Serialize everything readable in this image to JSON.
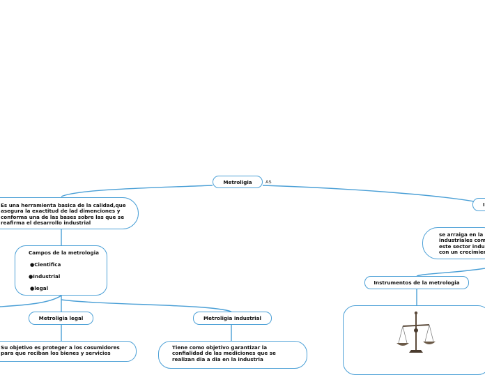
{
  "connector_color": "#4a9fd6",
  "root": {
    "label": "Metroligia",
    "link_label": "AS"
  },
  "left_definition": {
    "text": "Es una herramienta basica de la calidad,que\nasegura la exactitud de lad dimenciones y\nconforma una de las bases sobre las que se\nreafirma el desarrollo industrial"
  },
  "fields": {
    "title": "Campos de la metrologia",
    "items": [
      "●Cientifica",
      "●Industrial",
      "●legal"
    ]
  },
  "legal": {
    "title": "Metroligia legal",
    "description": "Su objetivo es proteger a los cosumidores\npara que reciban los bienes y servicios"
  },
  "industrial": {
    "title": "Metroligia Industrial",
    "description": "Tiene como objetivo garantizar la\nconfialidad de las mediciones que se\nrealizan dia a dia en la industria"
  },
  "right_top_letter": "I",
  "right_text": "se arraiga en la r\nindustriales com\neste sector indus\ncon un crecimien",
  "instruments": {
    "title": "Instrumentos de la metrologia",
    "image_icon": "balance-scale-icon"
  }
}
